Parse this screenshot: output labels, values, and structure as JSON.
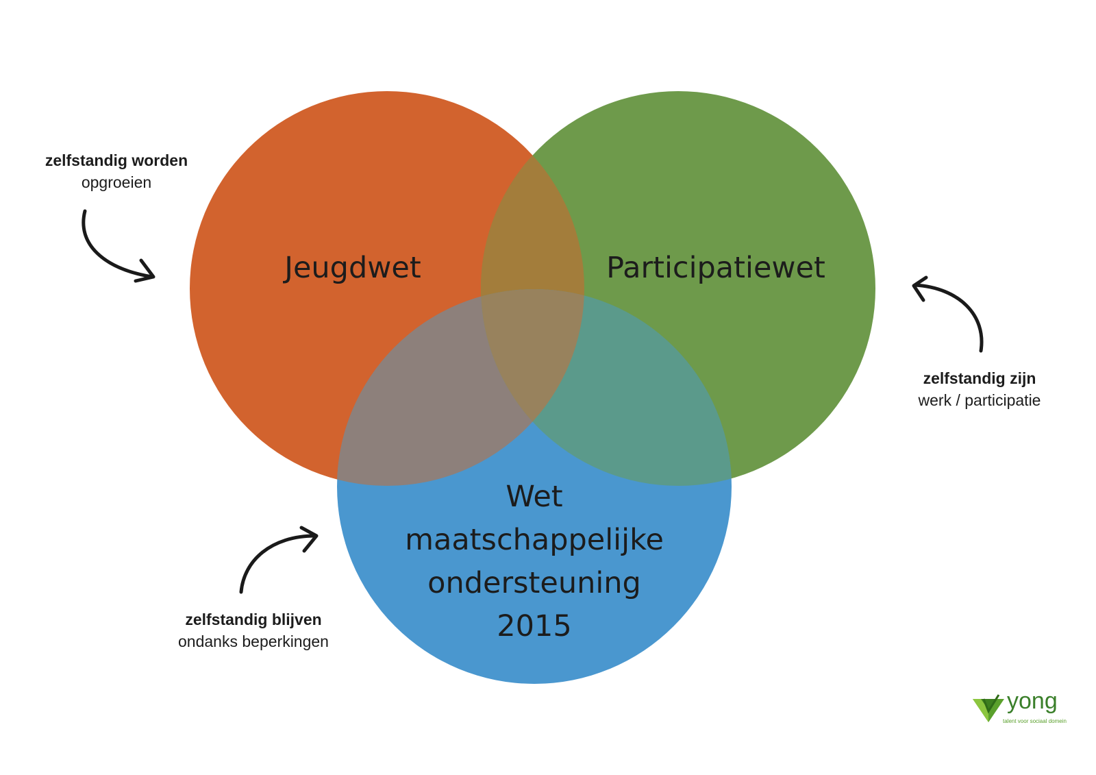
{
  "circles": [
    {
      "id": "jeugdwet",
      "lines": [
        "Jeugdwet"
      ],
      "color": "#d2632e"
    },
    {
      "id": "participatiewet",
      "lines": [
        "Participatiewet"
      ],
      "color": "#6e9a4b"
    },
    {
      "id": "wmo",
      "lines": [
        "Wet",
        "maatschappelijke",
        "ondersteuning",
        "2015"
      ],
      "color": "#4a97cf"
    }
  ],
  "overlaps": {
    "orange_green": "#a37d3b",
    "orange_blue": "#8d807b",
    "green_blue": "#5b9a8b",
    "center": "#98825d"
  },
  "annotations": [
    {
      "id": "zelfstandig-worden",
      "bold": "zelfstandig worden",
      "regular": "opgroeien"
    },
    {
      "id": "zelfstandig-zijn",
      "bold": "zelfstandig zijn",
      "regular": "werk / participatie"
    },
    {
      "id": "zelfstandig-blijven",
      "bold": "zelfstandig blijven",
      "regular": "ondanks beperkingen"
    }
  ],
  "logo": {
    "word": "yong",
    "tagline": "talent voor sociaal domein"
  }
}
